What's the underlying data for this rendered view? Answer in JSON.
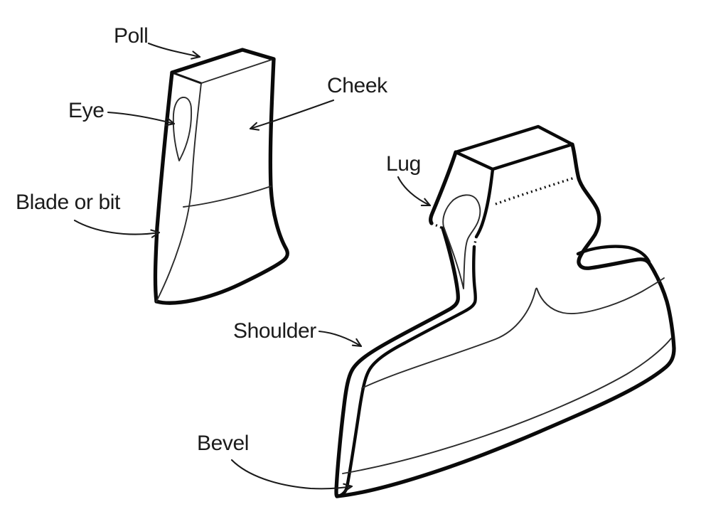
{
  "figure": {
    "type": "line-art diagram",
    "subject": "Parts of an axe head (two views)",
    "background_color": "#ffffff",
    "line_color": "#0a0a0a",
    "text_color": "#1b1b1b"
  },
  "labels": {
    "poll": "Poll",
    "eye": "Eye",
    "cheek": "Cheek",
    "blade_or_bit": "Blade or bit",
    "lug": "Lug",
    "shoulder": "Shoulder",
    "bevel": "Bevel"
  }
}
